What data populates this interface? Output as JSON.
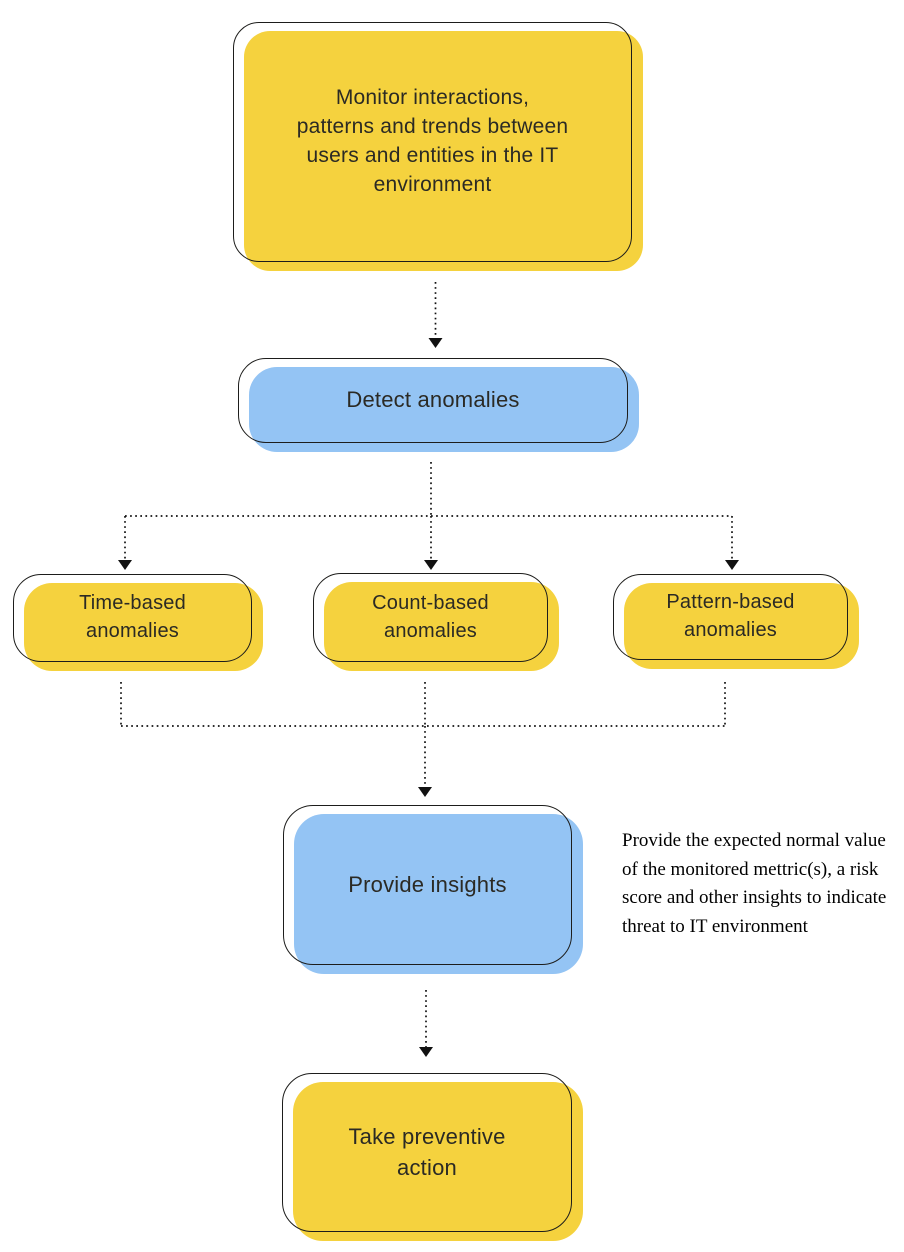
{
  "diagram": {
    "title_hint": "UEBA anomaly detection flow",
    "nodes": {
      "monitor": {
        "label": "Monitor interactions,\npatterns and trends between\nusers and entities in the IT\nenvironment",
        "color": "#F5D23E"
      },
      "detect": {
        "label": "Detect anomalies",
        "color": "#94C4F4"
      },
      "time_based": {
        "label": "Time-based\nanomalies",
        "color": "#F5D23E"
      },
      "count_based": {
        "label": "Count-based\nanomalies",
        "color": "#F5D23E"
      },
      "pattern_based": {
        "label": "Pattern-based\nanomalies",
        "color": "#F5D23E"
      },
      "insights": {
        "label": "Provide insights",
        "color": "#94C4F4"
      },
      "action": {
        "label": "Take preventive\naction",
        "color": "#F5D23E"
      }
    },
    "annotation": "Provide the expected normal value\nof the monitored mettric(s), a risk\nscore and other insights to indicate\nthreat to IT environment",
    "colors": {
      "yellow": "#F5D23E",
      "blue": "#94C4F4",
      "outline": "#1d1d1b",
      "connector": "#111111",
      "text": "#2b2a24",
      "annotation_text": "#000000"
    },
    "connector_style": "dotted"
  }
}
